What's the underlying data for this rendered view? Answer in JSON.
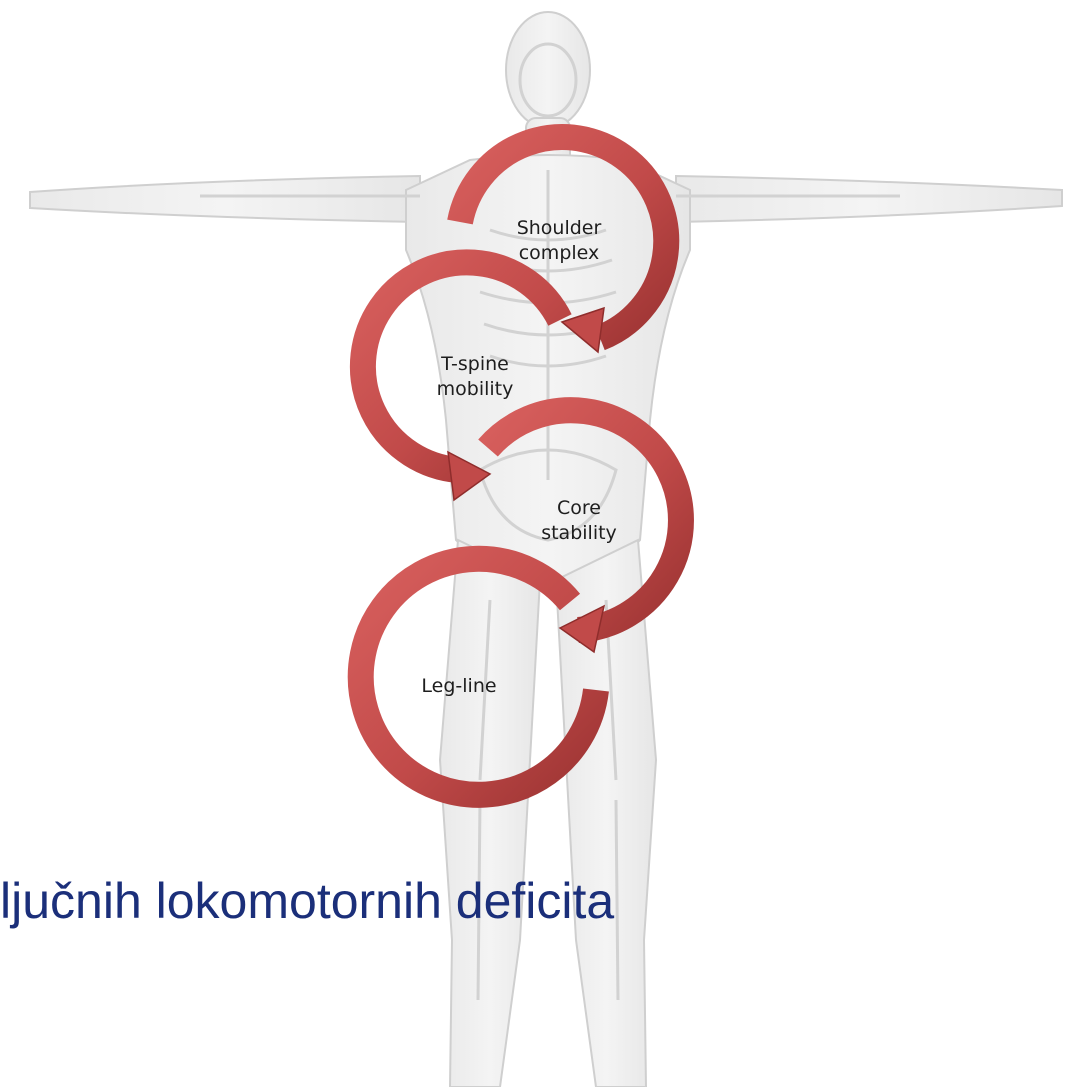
{
  "loops": [
    {
      "line1": "Shoulder",
      "line2": "complex"
    },
    {
      "line1": "T-spine",
      "line2": "mobility"
    },
    {
      "line1": "Core",
      "line2": "stability"
    },
    {
      "line1": "Leg-line",
      "line2": ""
    }
  ],
  "caption": "ljučnih lokomotornih deficita",
  "colors": {
    "arrow": "#c8504f",
    "arrow_dark": "#8f2d2c",
    "caption": "#1b2f7a",
    "skeleton": "#dcdcdc"
  }
}
